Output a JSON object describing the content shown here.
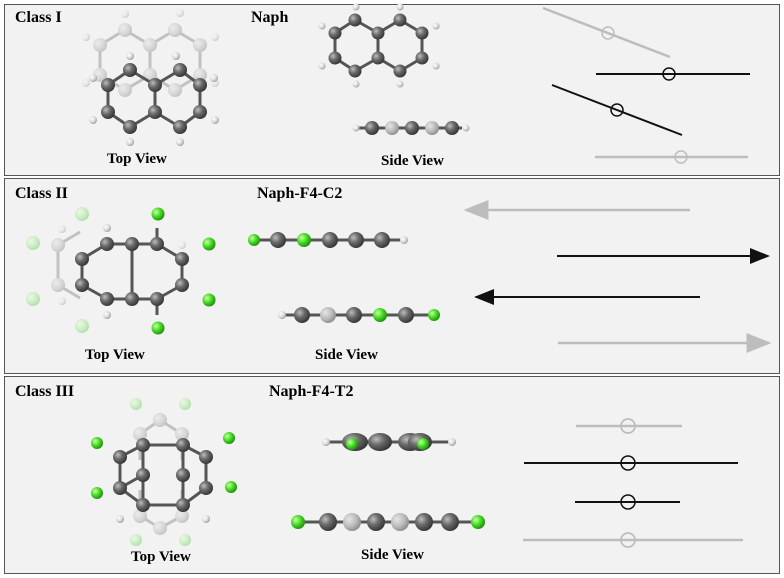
{
  "panels": [
    {
      "class_label": "Class I",
      "molecule": "Naph",
      "top_view_label": "Top View",
      "side_view_label": "Side View"
    },
    {
      "class_label": "Class II",
      "molecule": "Naph-F4-C2",
      "top_view_label": "Top View",
      "side_view_label": "Side View"
    },
    {
      "class_label": "Class III",
      "molecule": "Naph-F4-T2",
      "top_view_label": "Top View",
      "side_view_label": "Side View"
    }
  ],
  "colors": {
    "carbon": "#5e5e5e",
    "hydrogen": "#e0e0e0",
    "fluorine": "#44dd22",
    "dark_line": "#111111",
    "light_line": "#bdbdbd",
    "panel_bg": "#f2f2f2"
  }
}
